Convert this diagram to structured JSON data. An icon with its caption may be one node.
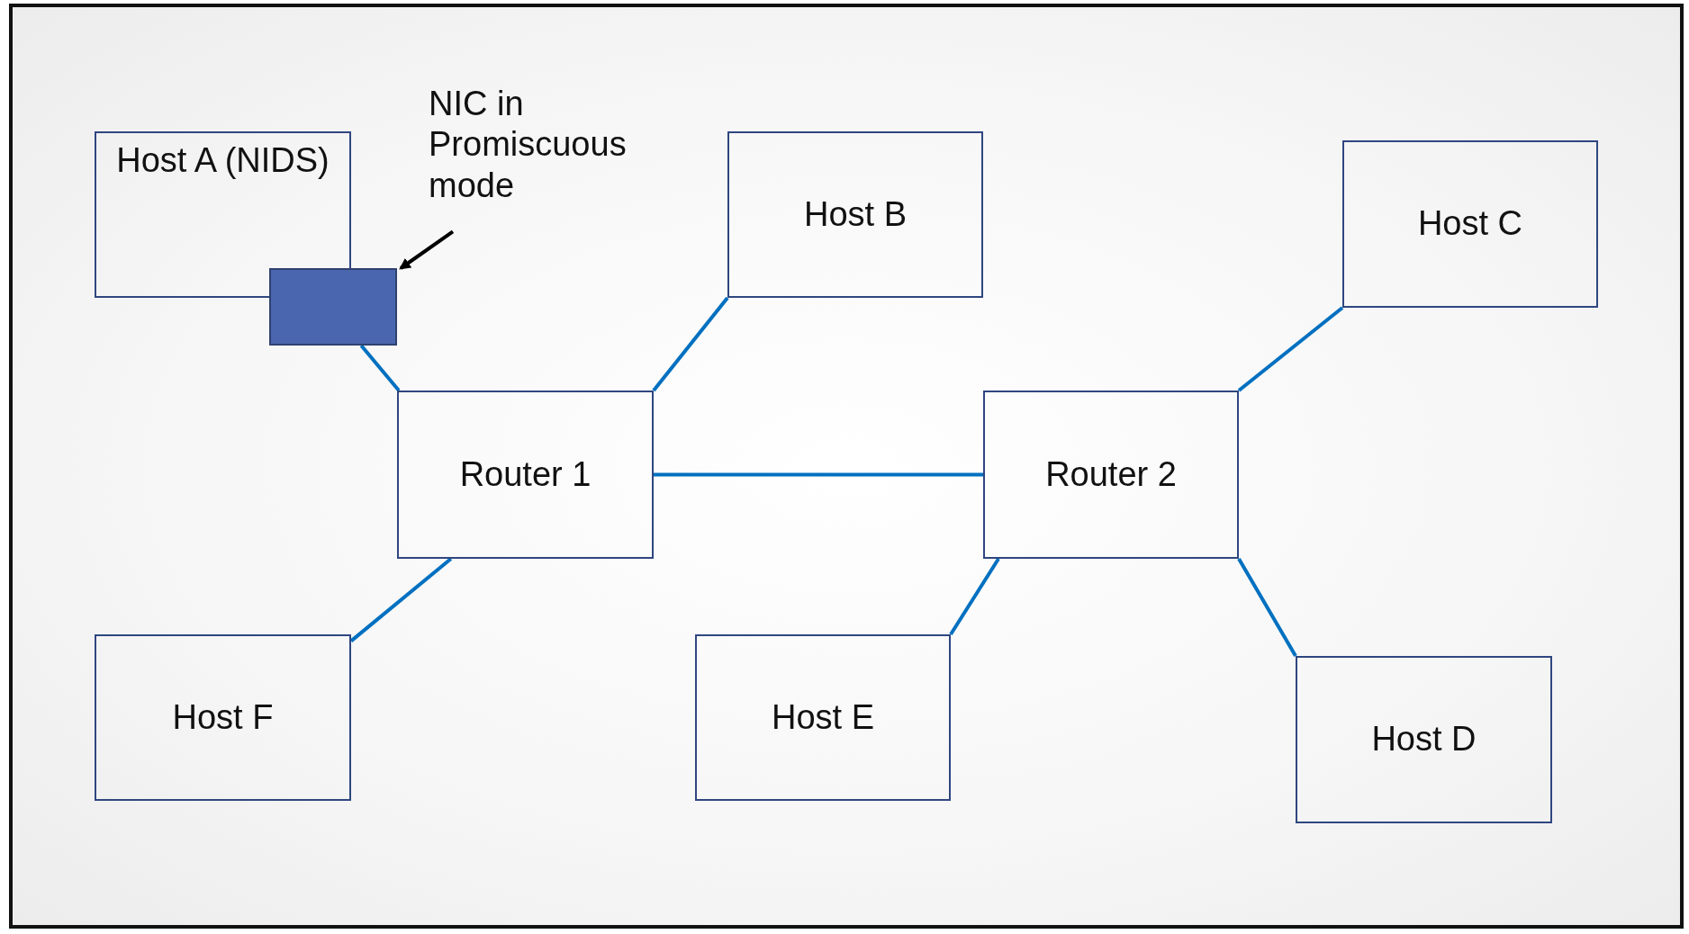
{
  "diagram": {
    "nodes": [
      {
        "text": [
          "NIC in Promiscuous mode"
        ]
      },
      {
        "text": [
          "Host A (NIDS)"
        ]
      },
      {
        "text": [],
        "shape": "box"
      },
      {
        "text": [
          "Host B"
        ]
      },
      {
        "text": [
          "Host C"
        ]
      },
      {
        "text": [
          "Router 1"
        ]
      },
      {
        "text": [
          "Router 2"
        ]
      },
      {
        "text": [
          "Host F"
        ]
      },
      {
        "text": [
          "Host E"
        ]
      },
      {
        "text": [
          "Host D"
        ]
      }
    ],
    "edges": [
      {
        "from": 0,
        "to": 2,
        "arrow": "to",
        "color": "#000000"
      },
      {
        "from": 2,
        "to": 5,
        "arrow": "none"
      },
      {
        "from": 5,
        "to": 3,
        "arrow": "none"
      },
      {
        "from": 5,
        "to": 6,
        "arrow": "none"
      },
      {
        "from": 5,
        "to": 7,
        "arrow": "none"
      },
      {
        "from": 6,
        "to": 4,
        "arrow": "none"
      },
      {
        "from": 6,
        "to": 8,
        "arrow": "none"
      },
      {
        "from": 6,
        "to": 9,
        "arrow": "none"
      }
    ]
  }
}
